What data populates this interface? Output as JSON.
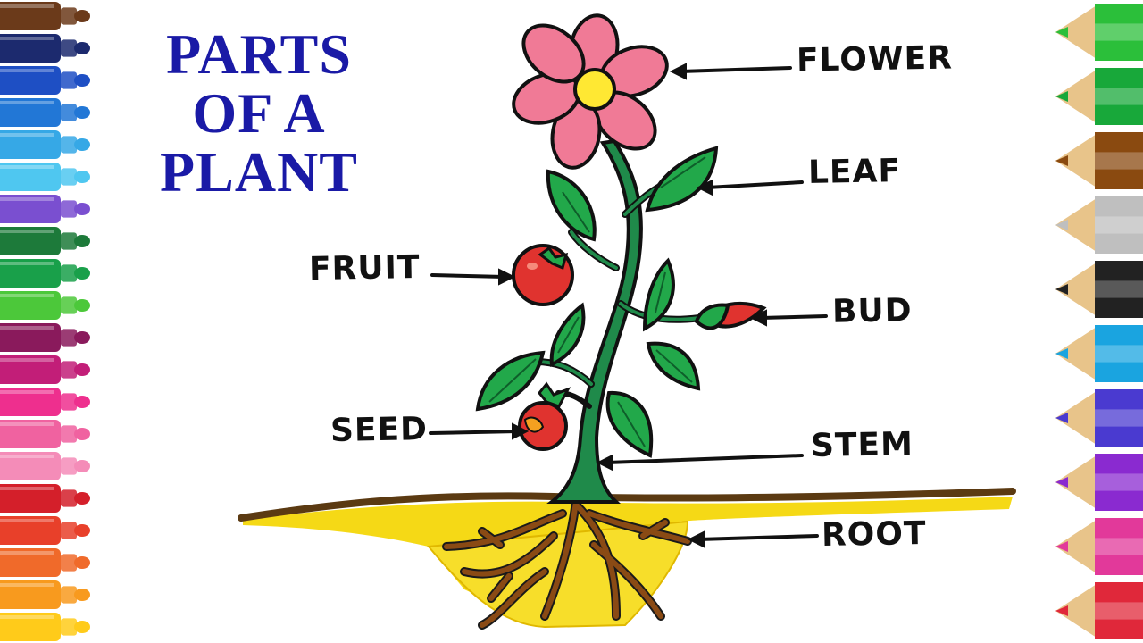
{
  "title": {
    "line1": "PARTS",
    "line2": "OF A",
    "line3": "PLANT"
  },
  "labels": {
    "flower": "FLOWER",
    "leaf": "LEAF",
    "fruit": "FRUIT",
    "bud": "BUD",
    "seed": "SEED",
    "stem": "STEM",
    "root": "ROOT"
  },
  "colors": {
    "title": "#1a1aa6",
    "petal": "#f07a96",
    "flower_center": "#ffe833",
    "leaf": "#22a84a",
    "stem": "#1f8a4a",
    "fruit": "#e0332f",
    "soil": "#f5d916",
    "root": "#8a4a14",
    "ground_line": "#5b3a12"
  },
  "markers_left": [
    "#6b3a1a",
    "#1c2a6e",
    "#1e4fc4",
    "#2277d6",
    "#36a8e6",
    "#4fc7f0",
    "#7a4fd0",
    "#1d7a3a",
    "#19a04a",
    "#4cc83a",
    "#8a1a5c",
    "#c21e78",
    "#ee2f8e",
    "#f062a0",
    "#f48cb8",
    "#d41f2a",
    "#e8402a",
    "#f06a2a",
    "#f89a1e",
    "#ffcb1a"
  ],
  "pencils_right": [
    "#2bbf3a",
    "#18a83a",
    "#8a4a10",
    "#bfbfbf",
    "#222222",
    "#1aa4e0",
    "#4a3ad0",
    "#8a2ad0",
    "#e2399a",
    "#e0283a"
  ]
}
